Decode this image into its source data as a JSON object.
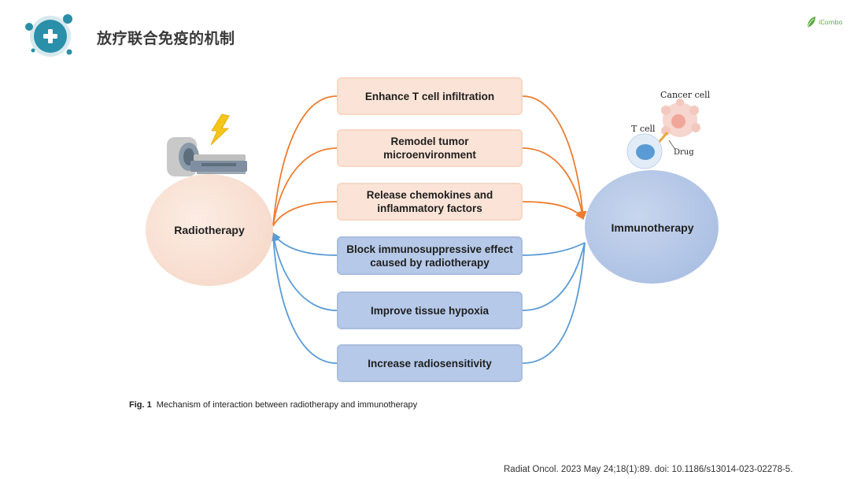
{
  "header": {
    "title": "放疗联合免疫的机制",
    "logo_icon": "medical-cross-icon",
    "brand": "iCombo"
  },
  "diagram": {
    "left_node": {
      "label": "Radiotherapy",
      "color": "#f9e3d8"
    },
    "right_node": {
      "label": "Immunotherapy",
      "color": "#b9c9e6"
    },
    "cell_labels": {
      "t_cell": "T cell",
      "cancer_cell": "Cancer cell",
      "drug": "Drug"
    },
    "mechanisms": [
      {
        "text": "Enhance T cell infiltration",
        "group": "orange"
      },
      {
        "text": "Remodel tumor microenvironment",
        "group": "orange"
      },
      {
        "text": "Release chemokines and inflammatory factors",
        "group": "orange"
      },
      {
        "text": "Block immunosuppressive effect caused by radiotherapy",
        "group": "blue"
      },
      {
        "text": "Improve tissue hypoxia",
        "group": "blue"
      },
      {
        "text": "Increase radiosensitivity",
        "group": "blue"
      }
    ],
    "colors": {
      "orange_arrow": "#ed7d31",
      "blue_arrow": "#5b9bd5"
    }
  },
  "caption": {
    "fig_num": "Fig. 1",
    "text": "Mechanism of interaction between radiotherapy and immunotherapy"
  },
  "citation": "Radiat Oncol. 2023 May 24;18(1):89. doi: 10.1186/s13014-023-02278-5."
}
